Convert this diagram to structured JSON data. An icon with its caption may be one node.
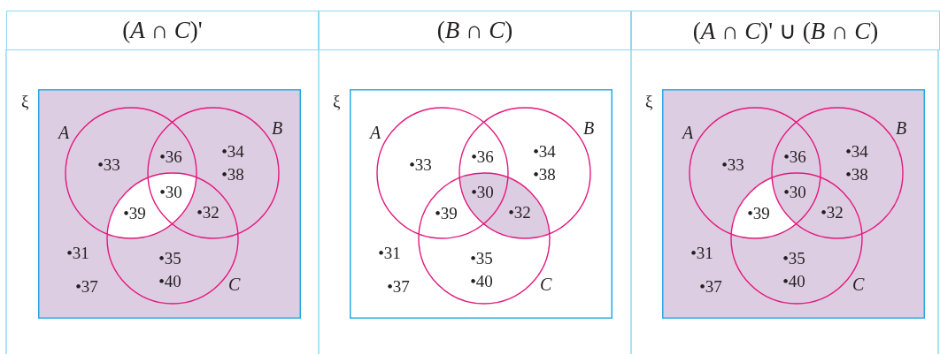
{
  "diagram": {
    "nodes": [
      {
        "text": [
          "(*A* ∩ *C*)'"
        ]
      },
      {
        "text": [
          "ξ"
        ]
      },
      {
        "text": [
          "A"
        ],
        "in": 1
      },
      {
        "text": [
          "B"
        ],
        "in": 1
      },
      {
        "text": [
          "C"
        ],
        "in": 1
      },
      {
        "text": [
          "(*B* ∩ *C*)"
        ]
      },
      {
        "text": [
          "ξ"
        ]
      },
      {
        "text": [
          "A"
        ],
        "in": 6
      },
      {
        "text": [
          "B"
        ],
        "in": 6
      },
      {
        "text": [
          "C"
        ],
        "in": 6
      },
      {
        "text": [
          "(*A* ∩ *C*)' ∪ (*B* ∩ *C*)"
        ]
      },
      {
        "text": [
          "ξ"
        ]
      },
      {
        "text": [
          "A"
        ],
        "in": 11
      },
      {
        "text": [
          "B"
        ],
        "in": 11
      },
      {
        "text": [
          "C"
        ],
        "in": 11
      }
    ],
    "labels": [
      "•33",
      "•36",
      "•34",
      "•38",
      "•30",
      "•39",
      "•32",
      "•31",
      "•35",
      "•40",
      "•37",
      "•33",
      "•36",
      "•34",
      "•38",
      "•30",
      "•39",
      "•32",
      "•31",
      "•35",
      "•40",
      "•37",
      "•33",
      "•36",
      "•34",
      "•38",
      "•30",
      "•39",
      "•32",
      "•31",
      "•35",
      "•40",
      "•37"
    ]
  }
}
